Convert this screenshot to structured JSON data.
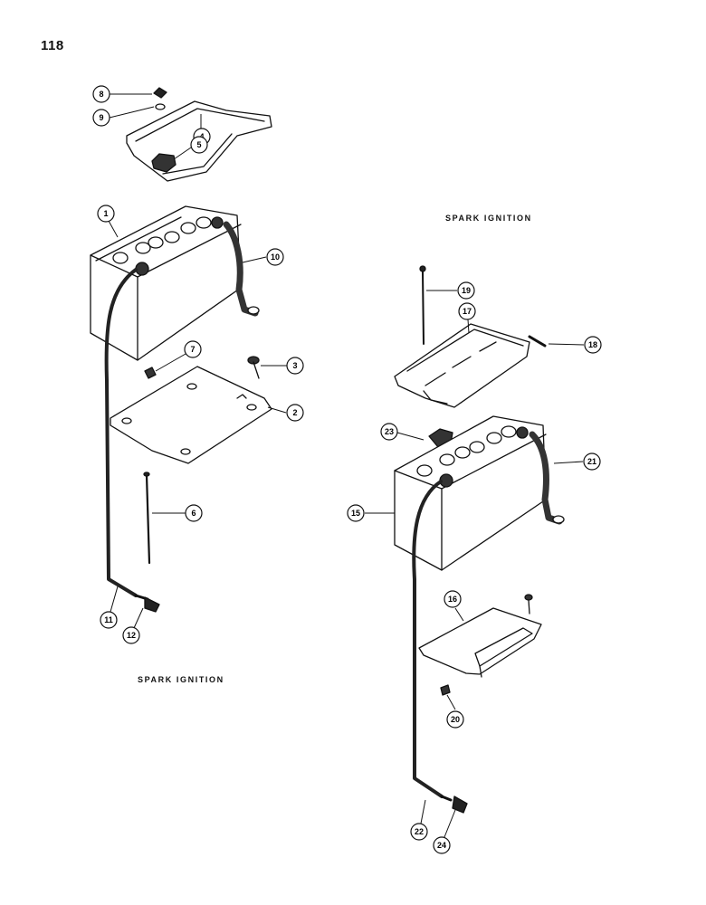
{
  "page": {
    "number": "118"
  },
  "captions": {
    "top_right": "SPARK IGNITION",
    "bottom_left": "SPARK IGNITION"
  },
  "callouts": {
    "c1": "1",
    "c2": "2",
    "c3": "3",
    "c4": "4",
    "c5": "5",
    "c6": "6",
    "c7": "7",
    "c8": "8",
    "c9": "9",
    "c10": "10",
    "c11": "11",
    "c12": "12",
    "c15": "15",
    "c16": "16",
    "c17": "17",
    "c18": "18",
    "c19": "19",
    "c20": "20",
    "c21": "21",
    "c22": "22",
    "c23": "23",
    "c24": "24"
  }
}
